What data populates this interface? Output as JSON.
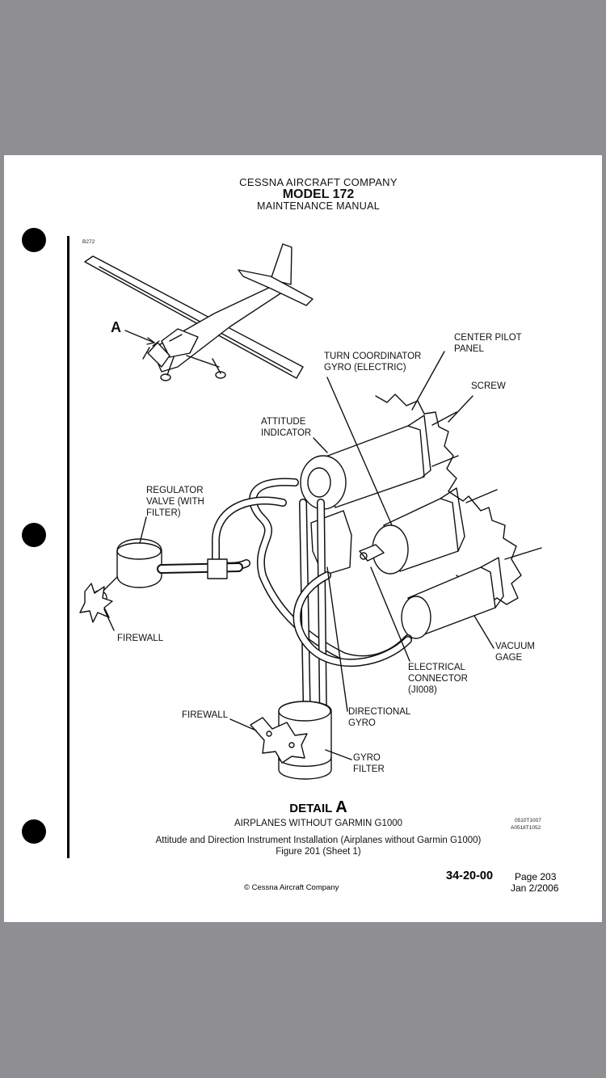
{
  "header": {
    "company": "CESSNA AIRCRAFT COMPANY",
    "model": "MODEL 172",
    "manual": "MAINTENANCE MANUAL"
  },
  "figure_code": "B272",
  "view_marker": "A",
  "labels": {
    "center_pilot_panel": "CENTER PILOT\nPANEL",
    "turn_coordinator": "TURN COORDINATOR\nGYRO (ELECTRIC)",
    "screw": "SCREW",
    "attitude_indicator": "ATTITUDE\nINDICATOR",
    "regulator_valve": "REGULATOR\nVALVE (WITH\nFILTER)",
    "firewall_left": "FIREWALL",
    "vacuum_gage": "VACUUM\nGAGE",
    "electrical_connector": "ELECTRICAL\nCONNECTOR\n(JI008)",
    "firewall_bottom": "FIREWALL",
    "directional_gyro": "DIRECTIONAL\nGYRO",
    "gyro_filter": "GYRO\nFILTER"
  },
  "detail": {
    "word": "DETAIL",
    "letter": "A",
    "subtitle": "AIRPLANES WITHOUT GARMIN G1000"
  },
  "part_codes": [
    "0510T1007",
    "A0518T1052"
  ],
  "caption": {
    "line1": "Attitude and Direction Instrument Installation (Airplanes without Garmin G1000)",
    "line2": "Figure 201 (Sheet 1)"
  },
  "footer": {
    "section": "34-20-00",
    "page": "Page 203",
    "date": "Jan 2/2006",
    "copyright": "© Cessna Aircraft Company"
  }
}
